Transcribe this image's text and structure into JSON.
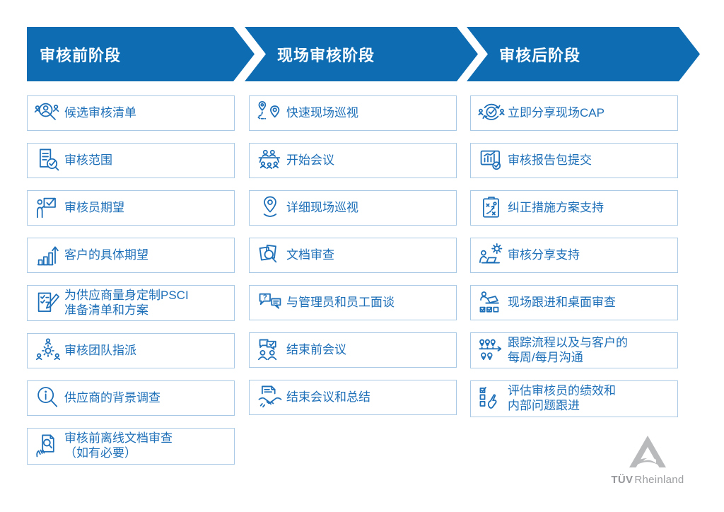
{
  "colors": {
    "header_blue": "#0d6cb2",
    "accent_blue": "#1d6fb8",
    "box_border": "#a9c9e5",
    "logo_gray": "#b9babc",
    "logo_text_gray": "#9b9da0"
  },
  "columns": [
    {
      "header": "审核前阶段",
      "items": [
        {
          "icon": "candidate-audit-list",
          "label": "候选审核清单"
        },
        {
          "icon": "audit-scope",
          "label": "审核范围"
        },
        {
          "icon": "auditor-expectations",
          "label": "审核员期望"
        },
        {
          "icon": "client-expectations",
          "label": "客户的具体期望"
        },
        {
          "icon": "psci-checklist",
          "label": "为供应商量身定制PSCI\n准备清单和方案"
        },
        {
          "icon": "team-assignment",
          "label": "审核团队指派"
        },
        {
          "icon": "background-check",
          "label": "供应商的背景调查"
        },
        {
          "icon": "offline-doc-review",
          "label": "审核前离线文档审查\n（如有必要）"
        }
      ]
    },
    {
      "header": "现场审核阶段",
      "items": [
        {
          "icon": "quick-site-tour",
          "label": "快速现场巡视"
        },
        {
          "icon": "opening-meeting",
          "label": "开始会议"
        },
        {
          "icon": "detailed-site-tour",
          "label": "详细现场巡视"
        },
        {
          "icon": "document-review",
          "label": "文档审查"
        },
        {
          "icon": "interviews",
          "label": "与管理员和员工面谈"
        },
        {
          "icon": "pre-closing-meeting",
          "label": "结束前会议"
        },
        {
          "icon": "closing-meeting",
          "label": "结束会议和总结"
        }
      ]
    },
    {
      "header": "审核后阶段",
      "items": [
        {
          "icon": "share-cap",
          "label": "立即分享现场CAP"
        },
        {
          "icon": "report-submission",
          "label": "审核报告包提交"
        },
        {
          "icon": "corrective-action-support",
          "label": "纠正措施方案支持"
        },
        {
          "icon": "audit-share-support",
          "label": "审核分享支持"
        },
        {
          "icon": "site-follow-up",
          "label": "现场跟进和桌面审查"
        },
        {
          "icon": "process-tracking",
          "label": "跟踪流程以及与客户的\n每周/每月沟通"
        },
        {
          "icon": "auditor-evaluation",
          "label": "评估审核员的绩效和\n内部问题跟进"
        }
      ]
    }
  ],
  "logo": {
    "brand_bold": "TÜV",
    "brand_regular": "Rheinland"
  }
}
